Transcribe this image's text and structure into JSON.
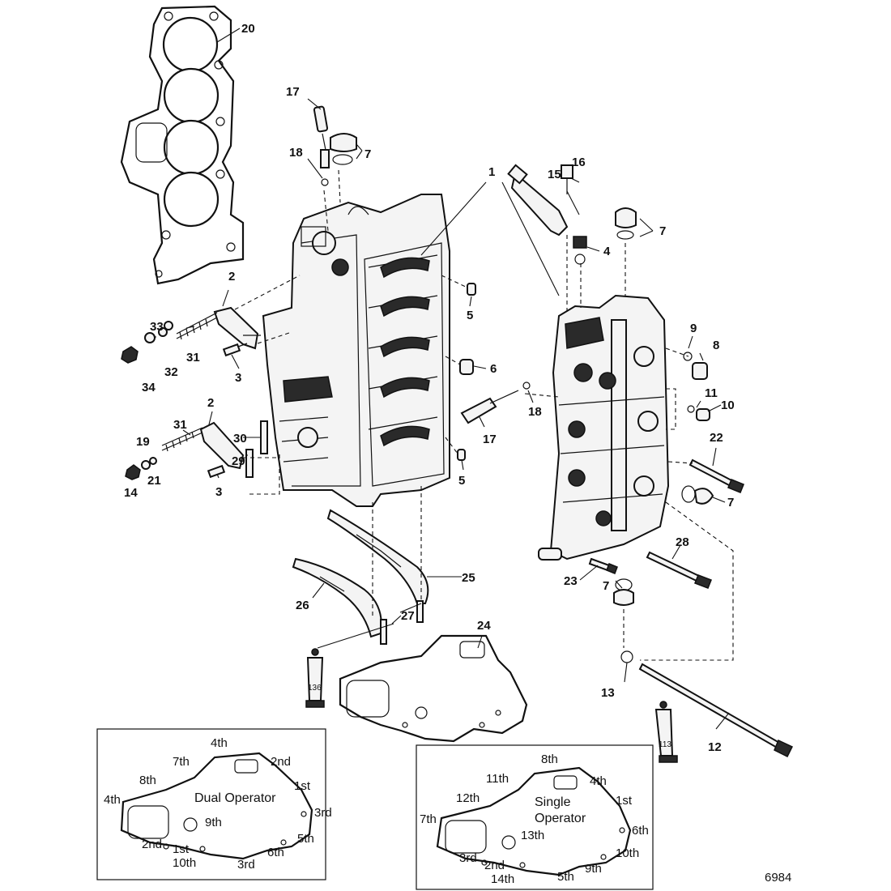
{
  "figure_number": "6984",
  "callouts": [
    {
      "id": "c20",
      "label": "20"
    },
    {
      "id": "c17a",
      "label": "17"
    },
    {
      "id": "c18a",
      "label": "18"
    },
    {
      "id": "c7a",
      "label": "7"
    },
    {
      "id": "c1",
      "label": "1"
    },
    {
      "id": "c15",
      "label": "15"
    },
    {
      "id": "c16",
      "label": "16"
    },
    {
      "id": "c7b",
      "label": "7"
    },
    {
      "id": "c4",
      "label": "4"
    },
    {
      "id": "c2a",
      "label": "2"
    },
    {
      "id": "c33",
      "label": "33"
    },
    {
      "id": "c31a",
      "label": "31"
    },
    {
      "id": "c32",
      "label": "32"
    },
    {
      "id": "c34",
      "label": "34"
    },
    {
      "id": "c3a",
      "label": "3"
    },
    {
      "id": "c5a",
      "label": "5"
    },
    {
      "id": "c6",
      "label": "6"
    },
    {
      "id": "c9",
      "label": "9"
    },
    {
      "id": "c8",
      "label": "8"
    },
    {
      "id": "c11",
      "label": "11"
    },
    {
      "id": "c10",
      "label": "10"
    },
    {
      "id": "c18b",
      "label": "18"
    },
    {
      "id": "c17b",
      "label": "17"
    },
    {
      "id": "c2b",
      "label": "2"
    },
    {
      "id": "c31b",
      "label": "31"
    },
    {
      "id": "c19",
      "label": "19"
    },
    {
      "id": "c30",
      "label": "30"
    },
    {
      "id": "c14",
      "label": "14"
    },
    {
      "id": "c21",
      "label": "21"
    },
    {
      "id": "c29",
      "label": "29"
    },
    {
      "id": "c3b",
      "label": "3"
    },
    {
      "id": "c5b",
      "label": "5"
    },
    {
      "id": "c22",
      "label": "22"
    },
    {
      "id": "c7c",
      "label": "7"
    },
    {
      "id": "c28",
      "label": "28"
    },
    {
      "id": "c25",
      "label": "25"
    },
    {
      "id": "c23",
      "label": "23"
    },
    {
      "id": "c7d",
      "label": "7"
    },
    {
      "id": "c26",
      "label": "26"
    },
    {
      "id": "c24",
      "label": "24"
    },
    {
      "id": "c27",
      "label": "27"
    },
    {
      "id": "c13",
      "label": "13"
    },
    {
      "id": "c12",
      "label": "12"
    }
  ],
  "sealant_tubes": [
    {
      "id": "t136",
      "label": "136"
    },
    {
      "id": "t113",
      "label": "113"
    }
  ],
  "dual_operator": {
    "title": "Dual Operator",
    "sequence": [
      "4th",
      "7th",
      "2nd",
      "8th",
      "1st",
      "4th",
      "3rd",
      "9th",
      "5th",
      "2nd",
      "1st",
      "10th",
      "6th",
      "3rd"
    ]
  },
  "single_operator": {
    "title_line1": "Single",
    "title_line2": "Operator",
    "sequence": [
      "8th",
      "11th",
      "4th",
      "12th",
      "1st",
      "7th",
      "6th",
      "13th",
      "10th",
      "3rd",
      "2nd",
      "14th",
      "5th",
      "9th"
    ]
  }
}
